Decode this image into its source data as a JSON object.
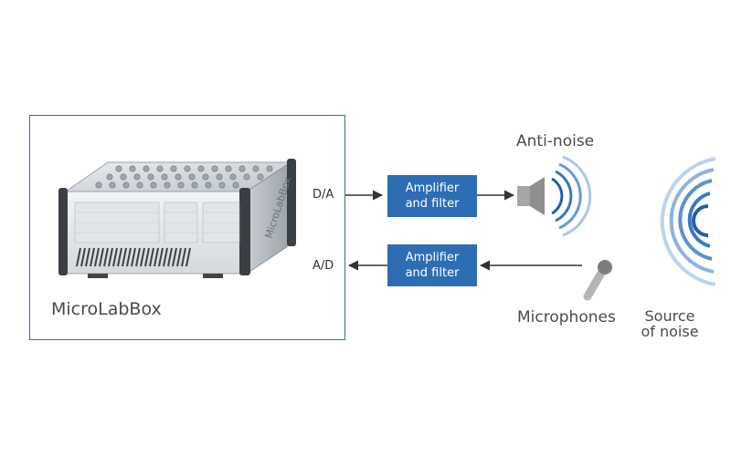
{
  "device": {
    "name": "MicroLabBox",
    "brand_lettering": "MicroLabBox"
  },
  "signals": {
    "output": "D/A",
    "input": "A/D"
  },
  "blocks": {
    "top": {
      "line1": "Amplifier",
      "line2": "and filter"
    },
    "bottom": {
      "line1": "Amplifier",
      "line2": "and filter"
    }
  },
  "labels": {
    "anti_noise": "Anti-noise",
    "microphones": "Microphones",
    "source_line1": "Source",
    "source_line2": "of noise"
  },
  "colors": {
    "frame": "#2f6fb0",
    "box": "#2d6db4",
    "wave_dark": "#1f5fae",
    "wave_light": "#a9c6e8",
    "arrow": "#333333"
  }
}
